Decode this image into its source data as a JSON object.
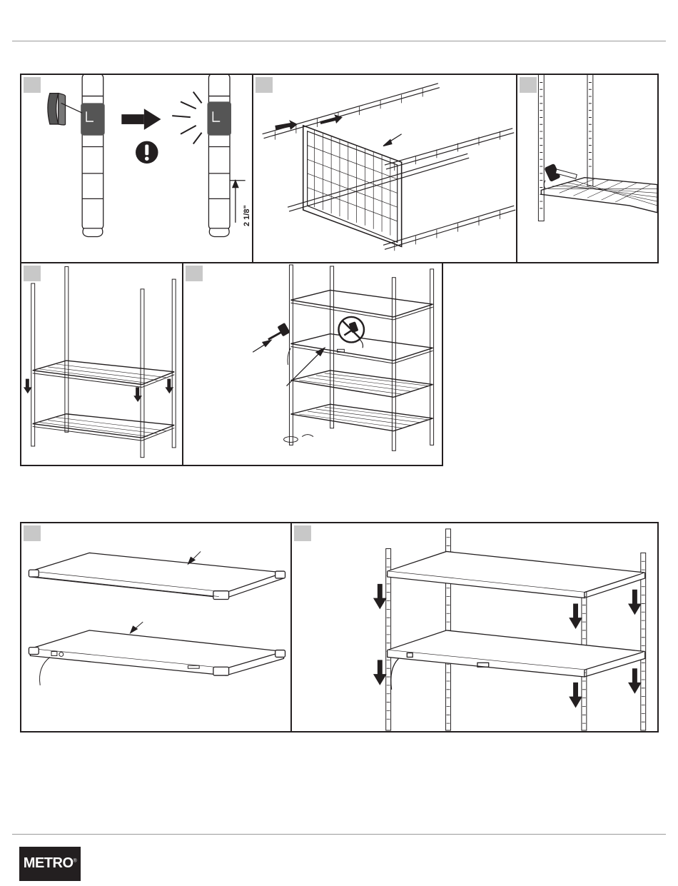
{
  "panels": [
    {
      "id": "panel-1",
      "step_label": ""
    },
    {
      "id": "panel-2",
      "step_label": ""
    },
    {
      "id": "panel-3",
      "step_label": ""
    },
    {
      "id": "panel-4",
      "step_label": ""
    },
    {
      "id": "panel-5",
      "step_label": ""
    },
    {
      "id": "panel-6",
      "step_label": ""
    },
    {
      "id": "panel-7",
      "step_label": ""
    }
  ],
  "dimension_label": "2 1/8\"",
  "icons": {
    "caution": "exclamation-circle-icon",
    "arrow": "arrow-right-icon",
    "mallet": "mallet-icon",
    "no_mallet": "prohibited-mallet-icon"
  },
  "logo": {
    "text": "METRO",
    "mark": "®"
  },
  "colors": {
    "line": "#231f20",
    "step_box": "#c8c8c8",
    "sleeve": "#555555",
    "rule": "#9a9a9a"
  }
}
